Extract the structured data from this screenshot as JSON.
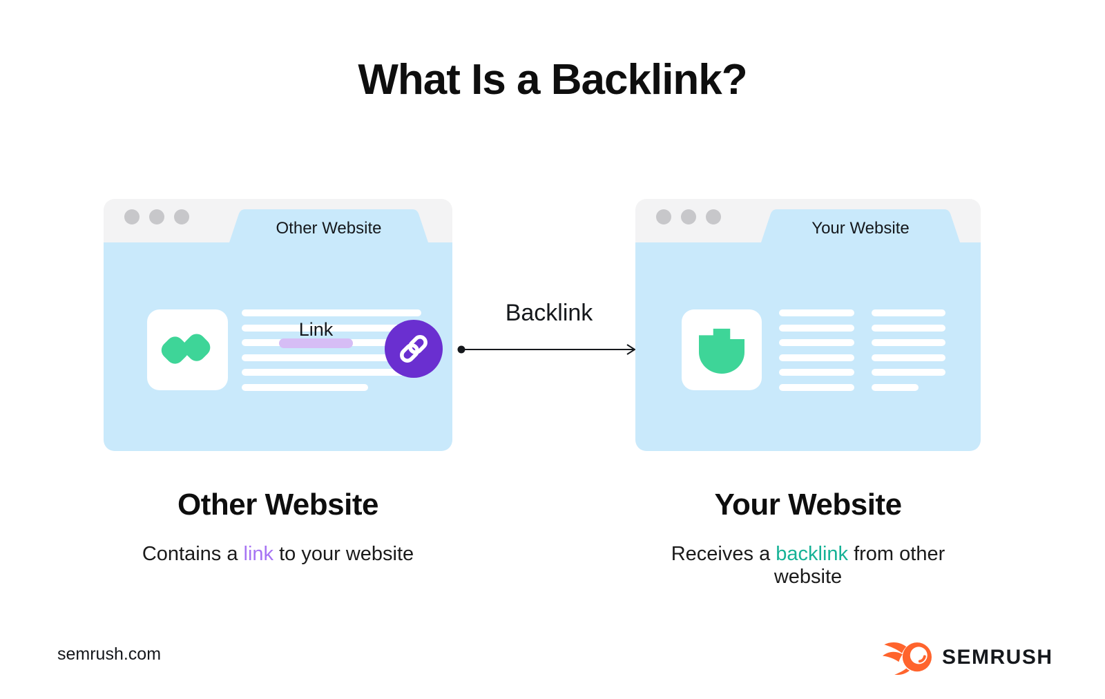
{
  "title": "What Is a Backlink?",
  "diagram": {
    "left_window": {
      "tab_label": "Other Website",
      "link_label": "Link"
    },
    "right_window": {
      "tab_label": "Your Website"
    },
    "arrow_label": "Backlink"
  },
  "captions": {
    "left": {
      "heading": "Other Website",
      "text_pre": "Contains a ",
      "text_highlight": "link",
      "text_post": " to your website"
    },
    "right": {
      "heading": "Your Website",
      "text_pre": "Receives a ",
      "text_highlight": "backlink",
      "text_post": " from other website"
    }
  },
  "footer": {
    "website": "semrush.com",
    "brand": "SEMRUSH"
  },
  "colors": {
    "window_blue": "#C9E9FB",
    "topbar_gray": "#F3F3F4",
    "green": "#3ED598",
    "purple": "#6A2FD0",
    "link_highlight": "#D6BDF5",
    "link_text_purple": "#A674F3",
    "backlink_text_green": "#16B296",
    "brand_orange": "#FF642D"
  }
}
